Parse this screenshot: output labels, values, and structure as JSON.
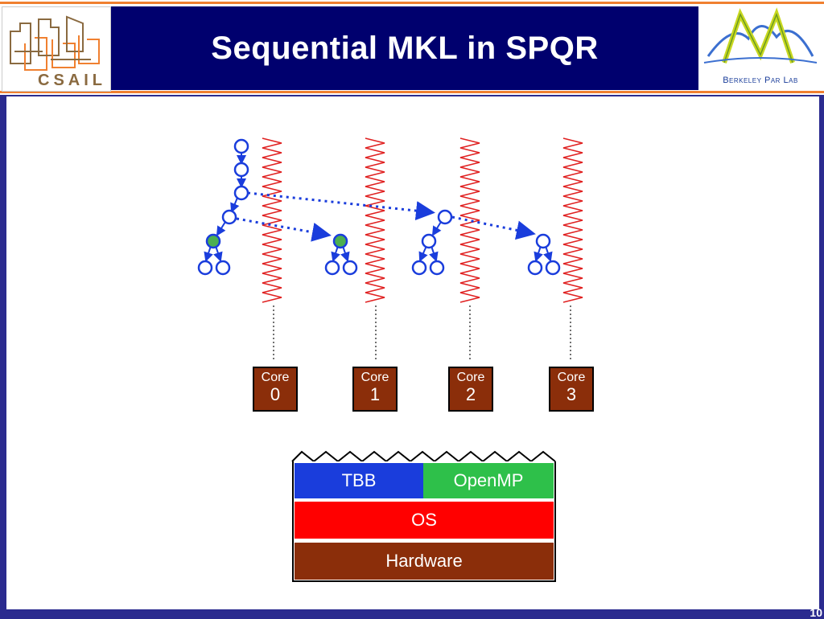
{
  "title": "Sequential MKL in SPQR",
  "logos": {
    "left_text": "CSAIL",
    "right_text": "Berkeley Par Lab"
  },
  "page_number": "10",
  "cores": [
    {
      "label": "Core",
      "number": "0"
    },
    {
      "label": "Core",
      "number": "1"
    },
    {
      "label": "Core",
      "number": "2"
    },
    {
      "label": "Core",
      "number": "3"
    }
  ],
  "stack": {
    "tbb": "TBB",
    "openmp": "OpenMP",
    "os": "OS",
    "hardware": "Hardware"
  },
  "colors": {
    "title_band": "#00006e",
    "accent_orange": "#f08030",
    "node_blue": "#1a3ddc",
    "node_green": "#4caf50",
    "thread_red": "#e02020",
    "core_brown": "#8b2e0a",
    "tbb_blue": "#1a3ddc",
    "openmp_green": "#2ec04a",
    "os_red": "#ff0000",
    "hardware_brown": "#8b2e0a"
  }
}
